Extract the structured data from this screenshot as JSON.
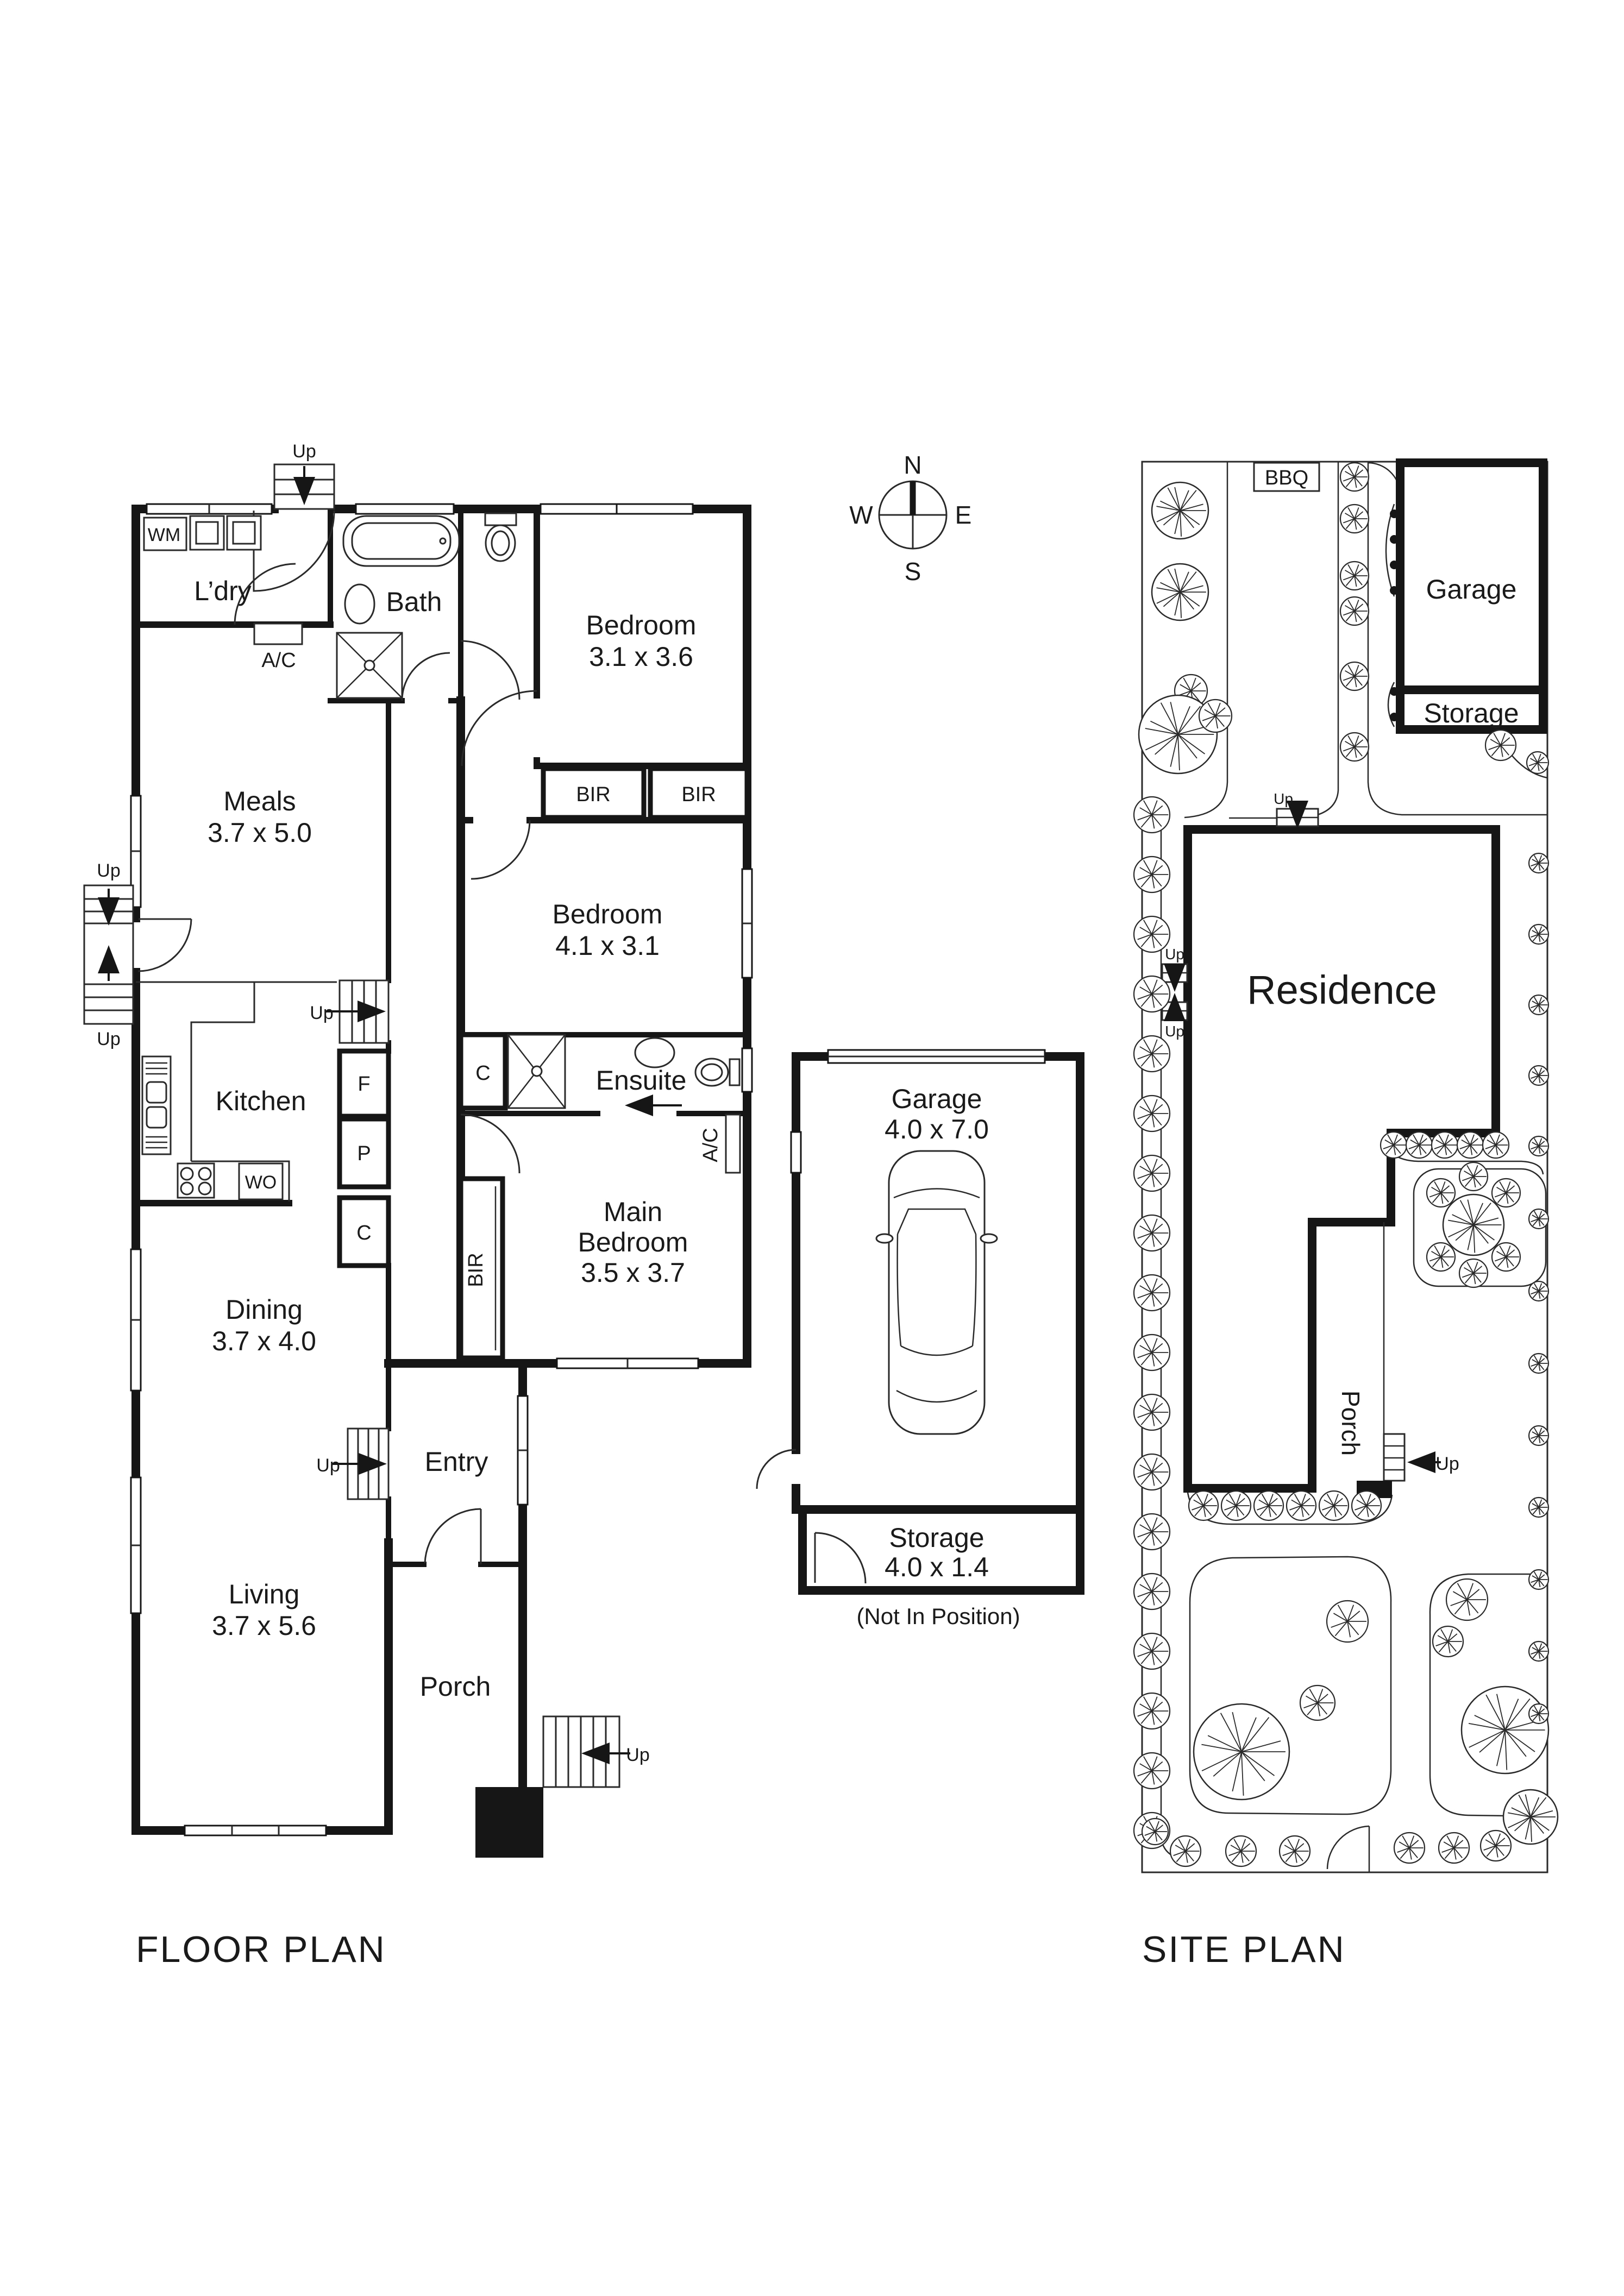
{
  "floor_plan": {
    "title": "FLOOR PLAN",
    "rooms": {
      "ldry": {
        "label": "L’dry"
      },
      "bath": {
        "label": "Bath"
      },
      "bedroom1": {
        "label": "Bedroom",
        "dims": "3.1 x 3.6"
      },
      "meals": {
        "label": "Meals",
        "dims": "3.7 x 5.0"
      },
      "bedroom2": {
        "label": "Bedroom",
        "dims": "4.1 x 3.1"
      },
      "kitchen": {
        "label": "Kitchen"
      },
      "ensuite": {
        "label": "Ensuite"
      },
      "main_bedroom": {
        "line1": "Main",
        "line2": "Bedroom",
        "dims": "3.5 x 3.7"
      },
      "dining": {
        "label": "Dining",
        "dims": "3.7 x 4.0"
      },
      "entry": {
        "label": "Entry"
      },
      "living": {
        "label": "Living",
        "dims": "3.7 x 5.6"
      },
      "porch": {
        "label": "Porch"
      }
    },
    "labels": {
      "wm": "WM",
      "ac": "A/C",
      "bir": "BIR",
      "f": "F",
      "p": "P",
      "c": "C",
      "wo": "WO",
      "up": "Up"
    }
  },
  "garage_plan": {
    "garage": {
      "label": "Garage",
      "dims": "4.0 x 7.0"
    },
    "storage": {
      "label": "Storage",
      "dims": "4.0 x 1.4"
    },
    "note": "(Not In Position)"
  },
  "compass": {
    "north": "N",
    "east": "E",
    "south": "S",
    "west": "W"
  },
  "site_plan": {
    "title": "SITE PLAN",
    "labels": {
      "bbq": "BBQ",
      "garage": "Garage",
      "storage": "Storage",
      "residence": "Residence",
      "porch": "Porch",
      "up": "Up"
    }
  }
}
